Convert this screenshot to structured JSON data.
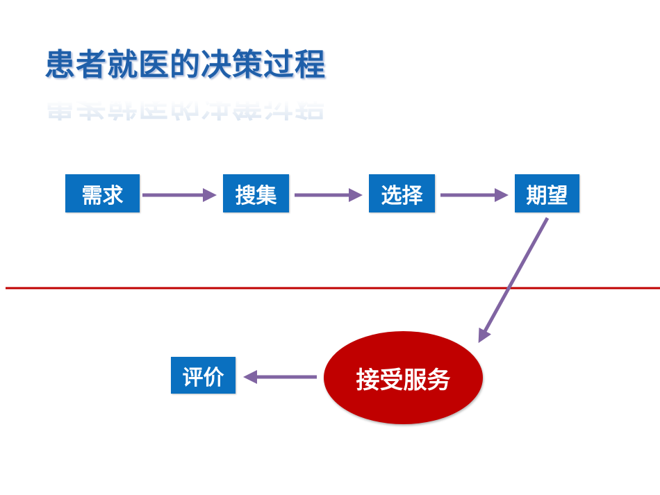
{
  "title": "患者就医的决策过程",
  "nodes": {
    "need": "需求",
    "search": "搜集",
    "choose": "选择",
    "expect": "期望",
    "service": "接受服务",
    "evaluate": "评价"
  },
  "colors": {
    "title": "#1f5fa9",
    "box": "#0a70c0",
    "arrow": "#8064a2",
    "divider": "#c00000",
    "ellipse": "#c00000"
  }
}
